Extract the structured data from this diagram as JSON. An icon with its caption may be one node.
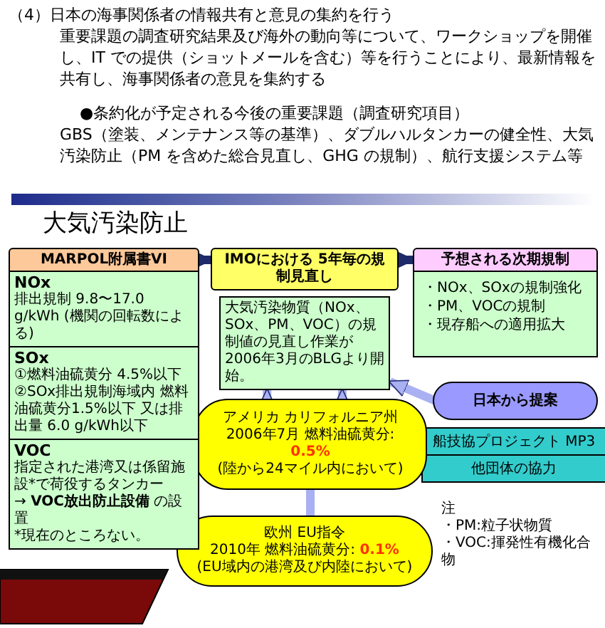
{
  "diagram": {
    "title": "大気汚染防止",
    "nodes": [
      {
        "text": [
          "MARPOL附属書VI"
        ]
      },
      {
        "text": [
          "NOx",
          "排出規制 9.8〜17.0 g/kWh (機関の回転数による)"
        ]
      },
      {
        "text": [
          "SOx",
          "①燃料油硫黄分 4.5%以下",
          "②SOx排出規制海域内 燃料油硫黄分1.5%以下 又は排出量 6.0 g/kWh以下"
        ]
      },
      {
        "text": [
          "VOC",
          "指定された港湾又は係留施設*で荷役するタンカー",
          "→ **VOC放出防止設備** の設置",
          "*現在のところない。"
        ]
      },
      {
        "text": [
          "IMOにおける 5年毎の規制見直し"
        ]
      },
      {
        "text": [
          "大気汚染物質（NOx、SOx、PM、VOC）の規制値の見直し作業が2006年3月のBLGより開始。"
        ]
      },
      {
        "text": [
          "予想される次期規制"
        ]
      },
      {
        "text": [
          "・NOx、SOxの規制強化",
          "・PM、VOCの規制",
          "・現存船への適用拡大"
        ]
      },
      {
        "text": [
          "日本から提案"
        ]
      },
      {
        "text": [
          "船技協プロジェクト MP3"
        ]
      },
      {
        "text": [
          "他団体の協力"
        ]
      },
      {
        "text": [
          "アメリカ カリフォルニア州",
          "2006年7月 燃料油硫黄分: **0.5%**",
          "(陸から24マイル内において)"
        ]
      },
      {
        "text": [
          "欧州 EU指令",
          "2010年 燃料油硫黄分: **0.1%**",
          "(EU域内の港湾及び内陸において)"
        ]
      }
    ],
    "edges": [
      {
        "from": 0,
        "to": 4,
        "arrow": "to",
        "color": "#1f2a6b"
      },
      {
        "from": 4,
        "to": 6,
        "arrow": "to",
        "color": "#1f2a6b"
      },
      {
        "from": 11,
        "to": 5,
        "arrow": "to"
      },
      {
        "from": 11,
        "to": 5,
        "arrow": "to"
      },
      {
        "from": 12,
        "to": 11,
        "arrow": "none"
      },
      {
        "from": 8,
        "to": 5,
        "arrow": "to"
      }
    ],
    "labels": [
      "（4）日本の海事関係者の情報共有と意見の集約を行う",
      "重要課題の調査研究結果及び海外の動向等について、ワークショップを開催し、IT での提供（ショットメールを含む）等を行うことにより、最新情報を共有し、海事関係者の意見を集約する",
      "●条約化が予定される今後の重要課題（調査研究項目）",
      "GBS（塗装、メンテナンス等の基準）、ダブルハルタンカーの健全性、大気汚染防止（PM を含めた総合見直し、GHG の規制）、航行支援システム等",
      "注",
      "・PM:粒子状物質",
      "・VOC:揮発性有機化合物"
    ]
  }
}
